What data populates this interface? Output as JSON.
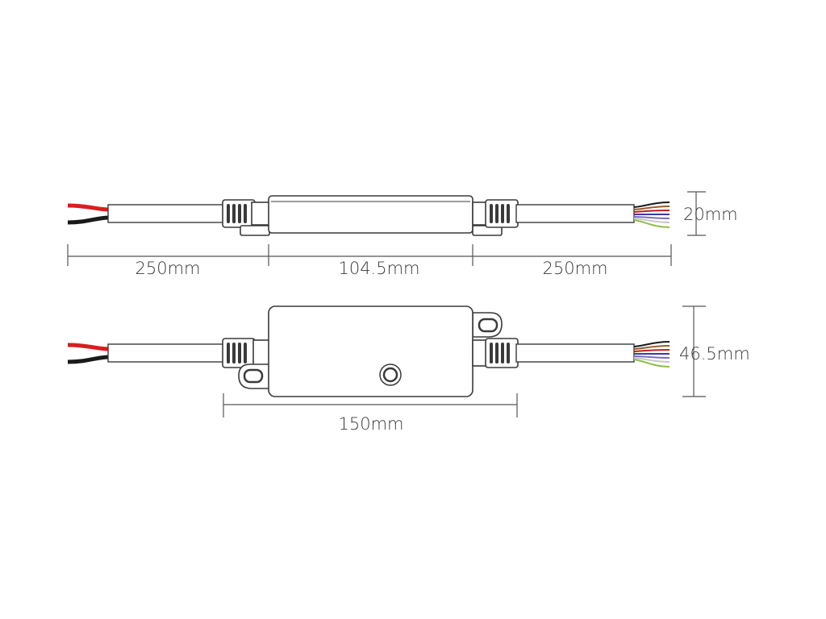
{
  "dimensions": {
    "top_left_cable": "250mm",
    "top_body": "104.5mm",
    "top_right_cable": "250mm",
    "top_height": "20mm",
    "bottom_width": "150mm",
    "bottom_height": "46.5mm"
  },
  "colors": {
    "power_red": "#d81e1e",
    "power_black": "#1a1a1a",
    "outline": "#3a3a3a",
    "wires": [
      "#1a1a1a",
      "#9a5b2a",
      "#c01e1e",
      "#3b3b9e",
      "#7b6fc2",
      "#d0d0d0",
      "#8cbf3f"
    ]
  }
}
